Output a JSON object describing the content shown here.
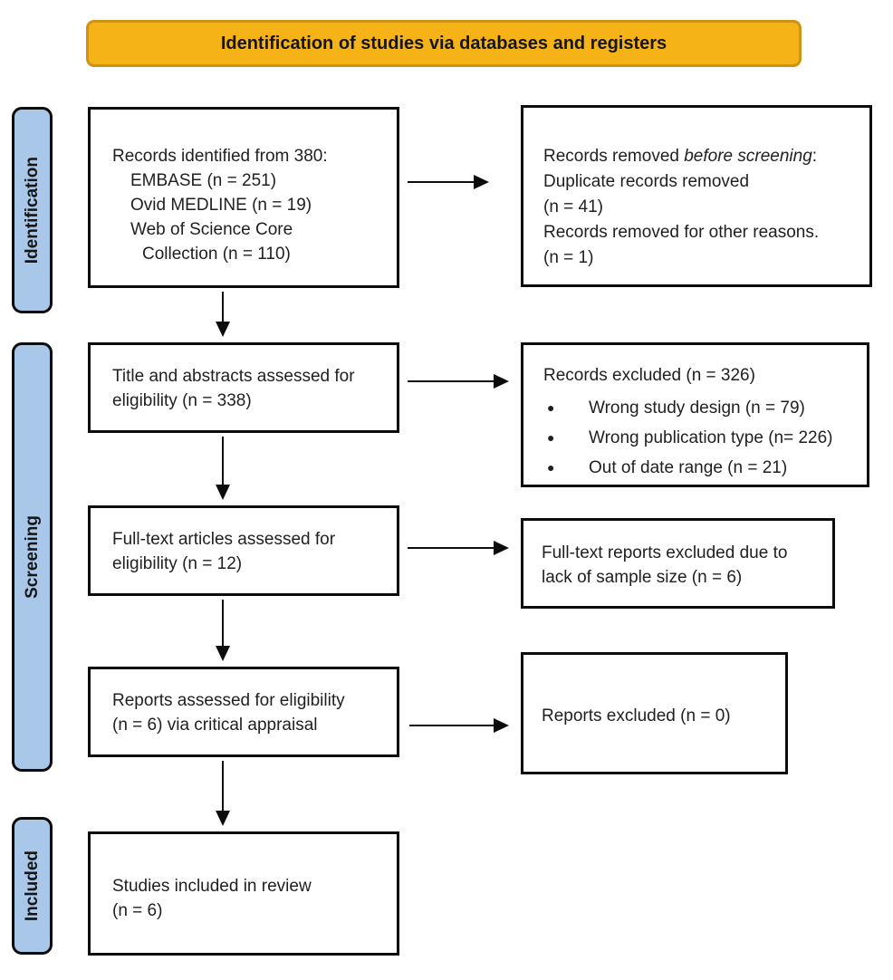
{
  "banner": {
    "label": "Identification of studies via databases and registers"
  },
  "stages": [
    {
      "label": "Identification"
    },
    {
      "label": "Screening"
    },
    {
      "label": "Included"
    }
  ],
  "boxes": {
    "identified": {
      "lines": [
        "Records identified from 380:",
        "EMBASE (n = 251)",
        "Ovid MEDLINE (n = 19)",
        "Web of Science Core",
        "Collection (n = 110)"
      ]
    },
    "removed": {
      "line1_prefix": "Records removed ",
      "line1_italic": "before screening",
      "line1_suffix": ":",
      "lines": [
        "Duplicate records removed",
        "(n = 41)",
        "Records removed for other reasons.",
        "(n = 1)"
      ]
    },
    "title_abstract": {
      "lines": [
        "Title and abstracts assessed for",
        "eligibility (n = 338)"
      ]
    },
    "records_excluded": {
      "heading": "Records excluded (n = 326)",
      "bullets": [
        "Wrong study design (n = 79)",
        "Wrong publication type (n= 226)",
        "Out of date range (n = 21)"
      ]
    },
    "full_text": {
      "lines": [
        "Full-text articles assessed for",
        "eligibility (n = 12)"
      ]
    },
    "full_text_excluded": {
      "lines": [
        "Full-text reports excluded due to",
        "lack of sample size (n = 6)"
      ]
    },
    "reports_assessed": {
      "lines": [
        "Reports assessed for eligibility",
        "(n = 6) via critical appraisal"
      ]
    },
    "reports_excluded": {
      "lines": [
        "Reports excluded (n = 0)"
      ]
    },
    "included": {
      "lines": [
        "Studies included in review",
        "(n = 6)"
      ]
    }
  },
  "colors": {
    "banner_fill": "#f5b317",
    "banner_border": "#cd9312",
    "stage_fill": "#a9c7e9"
  }
}
